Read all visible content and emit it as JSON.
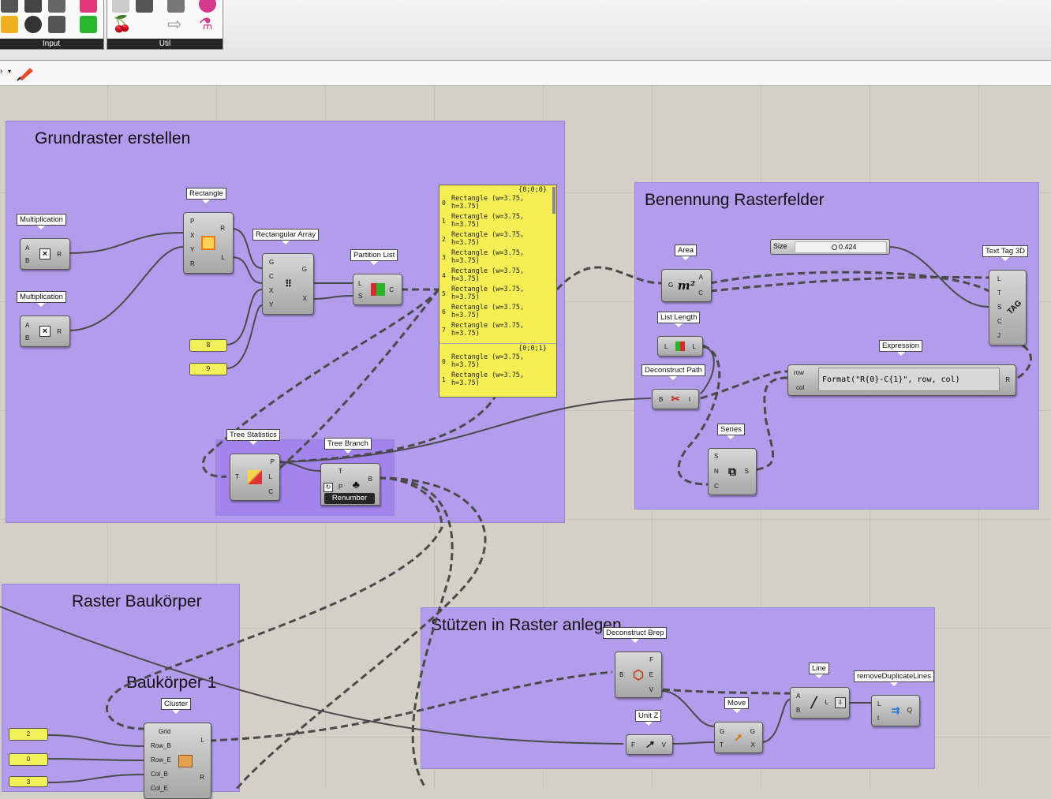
{
  "toolbar": {
    "groups": [
      {
        "label": "Input"
      },
      {
        "label": "Util"
      }
    ]
  },
  "groups": {
    "grundraster": "Grundraster erstellen",
    "benennung": "Benennung Rasterfelder",
    "raster": "Raster Baukörper",
    "baukoerper1": "Baukörper 1",
    "stuetzen": "Stützen in Raster anlegen"
  },
  "components": {
    "multiplication1": {
      "label": "Multiplication",
      "inputs": [
        "A",
        "B"
      ],
      "outputs": [
        "R"
      ]
    },
    "multiplication2": {
      "label": "Multiplication",
      "inputs": [
        "A",
        "B"
      ],
      "outputs": [
        "R"
      ]
    },
    "rectangle": {
      "label": "Rectangle",
      "inputs": [
        "P",
        "X",
        "Y",
        "R"
      ],
      "outputs": [
        "R",
        "L"
      ]
    },
    "rect_array": {
      "label": "Rectangular Array",
      "inputs": [
        "G",
        "C",
        "X",
        "Y"
      ],
      "outputs": [
        "G",
        "X"
      ]
    },
    "partition": {
      "label": "Partition List",
      "inputs": [
        "L",
        "S"
      ],
      "outputs": [
        "C"
      ]
    },
    "tree_stats": {
      "label": "Tree Statistics",
      "inputs": [
        "T"
      ],
      "outputs": [
        "P",
        "L",
        "C"
      ]
    },
    "tree_branch": {
      "label": "Tree Branch",
      "inputs": [
        "T",
        "P"
      ],
      "outputs": [
        "B"
      ],
      "footer": "Renumber"
    },
    "area": {
      "label": "Area",
      "inputs": [
        "G"
      ],
      "outputs": [
        "A",
        "C"
      ]
    },
    "list_length": {
      "label": "List Length",
      "inputs": [
        "L"
      ],
      "outputs": [
        "L"
      ]
    },
    "deconstruct_path": {
      "label": "Deconstruct Path",
      "inputs": [
        "B"
      ],
      "outputs": [
        "I"
      ]
    },
    "series": {
      "label": "Series",
      "inputs": [
        "S",
        "N",
        "C"
      ],
      "outputs": [
        "S"
      ]
    },
    "text_tag": {
      "label": "Text Tag 3D",
      "inputs": [
        "L",
        "T",
        "S",
        "C",
        "J"
      ]
    },
    "expression": {
      "label": "Expression",
      "inputs": [
        "row",
        "col"
      ],
      "outputs": [
        "R"
      ],
      "formula": "Format(\"R{0}-C{1}\", row, col)"
    },
    "cluster": {
      "label": "Cluster",
      "inputs": [
        "Grid",
        "Row_B",
        "Row_E",
        "Col_B",
        "Col_E"
      ],
      "outputs": [
        "L",
        "R"
      ]
    },
    "deconstruct_brep": {
      "label": "Deconstruct Brep",
      "inputs": [
        "B"
      ],
      "outputs": [
        "F",
        "E",
        "V"
      ]
    },
    "unit_z": {
      "label": "Unit Z",
      "inputs": [
        "F"
      ],
      "outputs": [
        "V"
      ]
    },
    "move": {
      "label": "Move",
      "inputs": [
        "G",
        "T"
      ],
      "outputs": [
        "G",
        "X"
      ]
    },
    "line": {
      "label": "Line",
      "inputs": [
        "A",
        "B"
      ],
      "outputs": [
        "L"
      ]
    },
    "remove_dup": {
      "label": "removeDuplicateLines",
      "inputs": [
        "L",
        "t"
      ],
      "outputs": [
        "Q"
      ]
    }
  },
  "slider": {
    "label": "Size",
    "value": "0.424"
  },
  "number_params": [
    "8",
    "9",
    "2",
    "0",
    "3"
  ],
  "panel": {
    "branches": [
      {
        "path": "{0;0;0}",
        "items": [
          {
            "i": "0",
            "text": "Rectangle (w=3.75, h=3.75)"
          },
          {
            "i": "1",
            "text": "Rectangle (w=3.75, h=3.75)"
          },
          {
            "i": "2",
            "text": "Rectangle (w=3.75, h=3.75)"
          },
          {
            "i": "3",
            "text": "Rectangle (w=3.75, h=3.75)"
          },
          {
            "i": "4",
            "text": "Rectangle (w=3.75, h=3.75)"
          },
          {
            "i": "5",
            "text": "Rectangle (w=3.75, h=3.75)"
          },
          {
            "i": "6",
            "text": "Rectangle (w=3.75, h=3.75)"
          },
          {
            "i": "7",
            "text": "Rectangle (w=3.75, h=3.75)"
          }
        ]
      },
      {
        "path": "{0;0;1}",
        "items": [
          {
            "i": "0",
            "text": "Rectangle (w=3.75, h=3.75)"
          },
          {
            "i": "1",
            "text": "Rectangle (w=3.75, h=3.75)"
          }
        ]
      }
    ]
  }
}
